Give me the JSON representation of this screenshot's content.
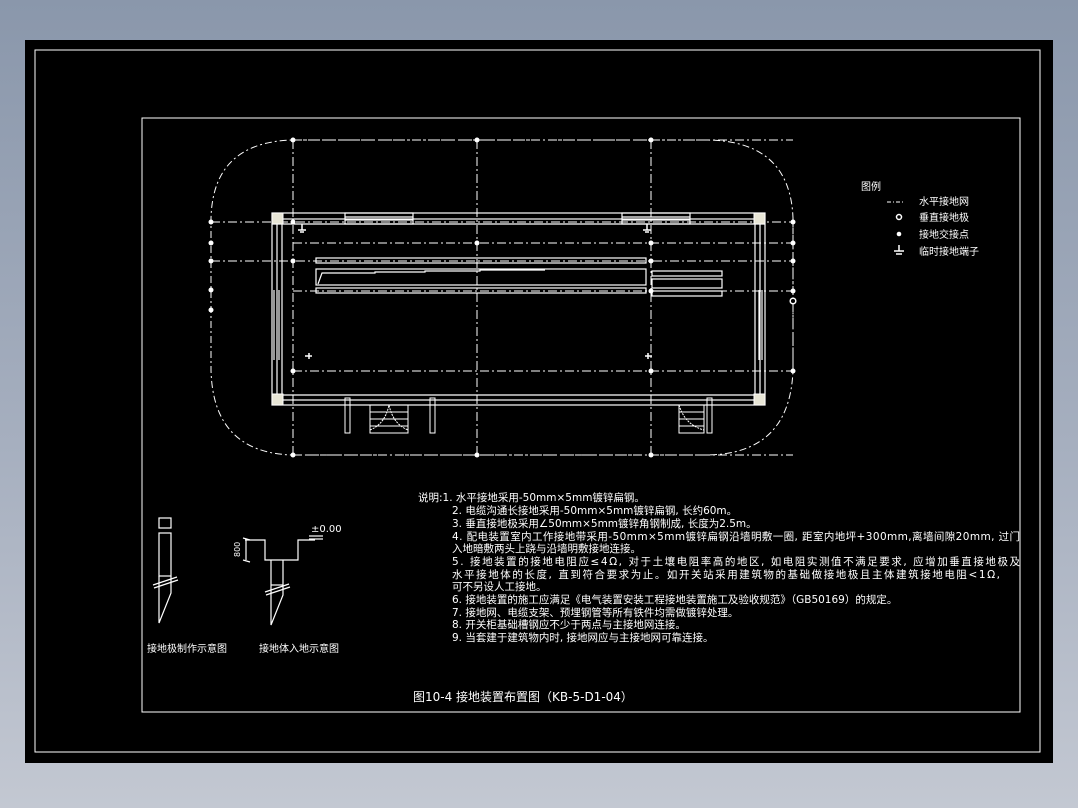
{
  "drawing": {
    "title": "图10-4  接地装置布置图（KB-5-D1-04）",
    "colors": {
      "background": "#000000",
      "lines": "#ffffff",
      "column_fill": "#e8e6d6",
      "canvas_top": "#8a97ab",
      "canvas_bottom": "#c3c8d2"
    }
  },
  "legend": {
    "title": "图例",
    "items": [
      {
        "icon": "dash-dot-line-icon",
        "label": "水平接地网"
      },
      {
        "icon": "ring-dot-icon",
        "label": "垂直接地极"
      },
      {
        "icon": "solid-dot-icon",
        "label": "接地交接点"
      },
      {
        "icon": "ground-terminal-icon",
        "label": "临时接地端子"
      }
    ]
  },
  "notes": {
    "lines": [
      "说明:1. 水平接地采用-50mm×5mm镀锌扁钢。",
      "2. 电缆沟通长接地采用-50mm×5mm镀锌扁钢, 长约60m。",
      "3. 垂直接地极采用∠50mm×5mm镀锌角钢制成, 长度为2.5m。",
      "4. 配电装置室内工作接地带采用-50mm×5mm镀锌扁钢沿墙明敷一圈, 距室内地坪+300mm,离墙间隙20mm, 过门",
      "入地暗敷两头上跷与沿墙明敷接地连接。",
      "5. 接地装置的接地电阻应≤4Ω, 对于土壤电阻率高的地区, 如电阻实测值不满足要求, 应增加垂直接地极及",
      "水平接地体的长度, 直到符合要求为止。如开关站采用建筑物的基础做接地极且主体建筑接地电阻<1Ω,",
      "可不另设人工接地。",
      "6. 接地装置的施工应满足《电气装置安装工程接地装置施工及验收规范》（GB50169）的规定。",
      "7. 接地网、电缆支架、预埋钢管等所有铁件均需做镀锌处理。",
      "8. 开关柜基础槽钢应不少于两点与主接地网连接。",
      "9. 当套建于建筑物内时, 接地网应与主接地网可靠连接。"
    ]
  },
  "details": {
    "electrode_caption": "接地极制作示意图",
    "burial_caption": "接地体入地示意图",
    "elevation_label": "±0.00",
    "depth_label": "800"
  }
}
